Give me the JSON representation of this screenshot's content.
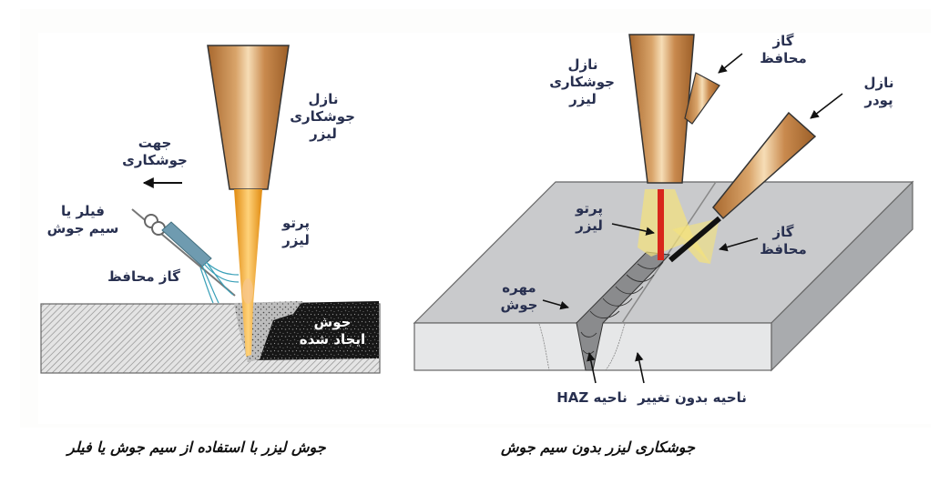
{
  "left_diagram": {
    "caption": "جوش لیزر با استفاده از سیم جوش یا فیلر",
    "labels": {
      "nozzle": "نازل\nجوشکاری\nلیزر",
      "direction": "جهت\nجوشکاری",
      "filler": "فیلر یا\nسیم جوش",
      "beam": "پرتو\nلیزر",
      "shield_gas": "گاز محافظ",
      "weld_created": "جوش\nایجاد شده"
    }
  },
  "right_diagram": {
    "caption": "جوشکاری لیزر بدون سیم جوش",
    "labels": {
      "nozzle": "نازل\nجوشکاری\nلیزر",
      "shield_gas_top": "گاز\nمحافظ",
      "powder_nozzle": "نازل\nپودر",
      "beam": "پرتو\nلیزر",
      "shield_gas_side": "گاز\nمحافظ",
      "weld_bead": "مهره\nجوش",
      "haz_zone": "ناحیه HAZ",
      "unchanged_zone": "ناحیه بدون تغییر"
    }
  },
  "colors": {
    "label_text": "#283050",
    "copper_dark": "#b07236",
    "copper_light": "#f4d6ac",
    "beam_orange": "#f0a020",
    "laser_red": "#d8261c",
    "plate_top": "#c9cacc",
    "plate_front": "#e6e7e8",
    "plate_side": "#a9abae",
    "weld_dark": "#1c1c1c",
    "filler_blue": "#6f9bb0"
  }
}
